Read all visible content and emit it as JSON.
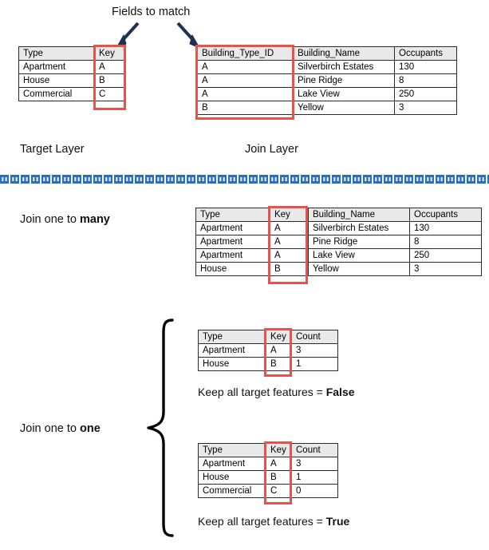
{
  "annotations": {
    "fields_to_match": "Fields to match",
    "target_layer": "Target Layer",
    "join_layer": "Join Layer",
    "join_one_to_many_prefix": "Join one to ",
    "join_one_to_many_emphasis": "many",
    "join_one_to_one_prefix": "Join one to ",
    "join_one_to_one_emphasis": "one",
    "keep_false_prefix": "Keep all target features = ",
    "keep_false_emphasis": "False",
    "keep_true_prefix": "Keep all target features = ",
    "keep_true_emphasis": "True"
  },
  "colors": {
    "highlight": "#e8524a",
    "arrow": "#1f3150",
    "divider": "#2a6fc4",
    "header_fill": "#e9e9e9",
    "border": "#2b2b2b"
  },
  "icons": {
    "arrow_left": "arrow-down-left-icon",
    "arrow_right": "arrow-down-right-icon",
    "brace": "curly-brace-icon",
    "divider": "decorative-divider-icon"
  },
  "tables": {
    "target_layer": {
      "name": "Target Layer",
      "headers": [
        "Type",
        "Key"
      ],
      "rows": [
        [
          "Apartment",
          "A"
        ],
        [
          "House",
          "B"
        ],
        [
          "Commercial",
          "C"
        ]
      ]
    },
    "join_layer": {
      "name": "Join Layer",
      "headers": [
        "Building_Type_ID",
        "Building_Name",
        "Occupants"
      ],
      "rows": [
        [
          "A",
          "Silverbirch Estates",
          "130"
        ],
        [
          "A",
          "Pine Ridge",
          "8"
        ],
        [
          "A",
          "Lake View",
          "250"
        ],
        [
          "B",
          "Yellow",
          "3"
        ]
      ]
    },
    "one_to_many_result": {
      "name": "Join one to many result",
      "headers": [
        "Type",
        "Key",
        "Building_Name",
        "Occupants"
      ],
      "rows": [
        [
          "Apartment",
          "A",
          "Silverbirch Estates",
          "130"
        ],
        [
          "Apartment",
          "A",
          "Pine Ridge",
          "8"
        ],
        [
          "Apartment",
          "A",
          "Lake View",
          "250"
        ],
        [
          "House",
          "B",
          "Yellow",
          "3"
        ]
      ]
    },
    "one_to_one_false": {
      "name": "Join one to one, keep all target features false",
      "headers": [
        "Type",
        "Key",
        "Count"
      ],
      "rows": [
        [
          "Apartment",
          "A",
          "3"
        ],
        [
          "House",
          "B",
          "1"
        ]
      ]
    },
    "one_to_one_true": {
      "name": "Join one to one, keep all target features true",
      "headers": [
        "Type",
        "Key",
        "Count"
      ],
      "rows": [
        [
          "Apartment",
          "A",
          "3"
        ],
        [
          "House",
          "B",
          "1"
        ],
        [
          "Commercial",
          "C",
          "0"
        ]
      ]
    }
  }
}
